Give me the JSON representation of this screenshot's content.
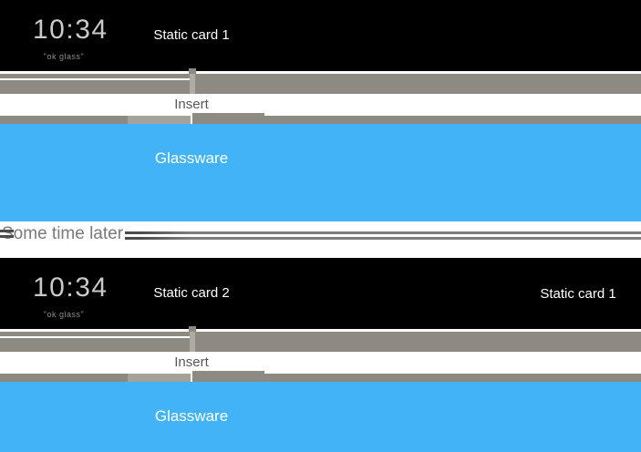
{
  "colors": {
    "card_black": "#000000",
    "timeline_gray": "#8d8a82",
    "timeline_gray_light": "#a5a29a",
    "timeline_gray_divider": "#aeaba3",
    "glassware_blue": "#41b3f6",
    "clock_text": "#c9c9c9",
    "insert_text": "#58585a",
    "divider_text": "#7a7a7a",
    "divider_line": "#4c4c4c"
  },
  "block1": {
    "home_card": {
      "clock": "10:34",
      "hotword": "\"ok glass\""
    },
    "static_card_label": "Static card 1",
    "insert_label": "Insert",
    "glassware_label": "Glassware"
  },
  "divider": {
    "label": "Some time later"
  },
  "block2": {
    "home_card": {
      "clock": "10:34",
      "hotword": "\"ok glass\""
    },
    "static_card_label": "Static card 2",
    "static_card_right_label": "Static card 1",
    "insert_label": "Insert",
    "glassware_label": "Glassware"
  }
}
